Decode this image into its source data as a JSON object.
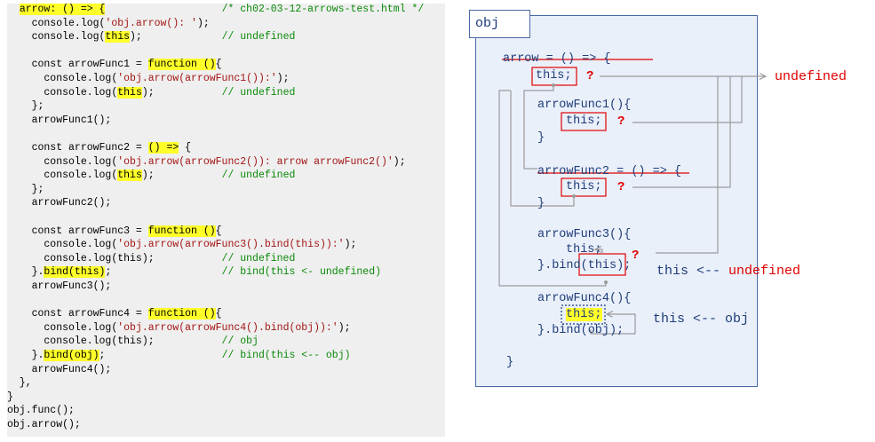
{
  "code": {
    "lines": [
      [
        {
          "t": "  "
        },
        {
          "t": "arrow: () => {",
          "hl": true
        },
        {
          "t": "                   "
        },
        {
          "t": "/* ch02-03-12-arrows-test.html */",
          "c": "com"
        }
      ],
      [
        {
          "t": "    console.log("
        },
        {
          "t": "'obj.arrow(): '",
          "c": "str"
        },
        {
          "t": ");"
        }
      ],
      [
        {
          "t": "    console.log("
        },
        {
          "t": "this",
          "hl": true
        },
        {
          "t": ");             "
        },
        {
          "t": "// undefined",
          "c": "com"
        }
      ],
      [],
      [
        {
          "t": "    const arrowFunc1 = "
        },
        {
          "t": "function ()",
          "hl": true
        },
        {
          "t": "{"
        }
      ],
      [
        {
          "t": "      console.log("
        },
        {
          "t": "'obj.arrow(arrowFunc1()):'",
          "c": "str"
        },
        {
          "t": ");"
        }
      ],
      [
        {
          "t": "      console.log("
        },
        {
          "t": "this",
          "hl": true
        },
        {
          "t": ");           "
        },
        {
          "t": "// undefined",
          "c": "com"
        }
      ],
      [
        {
          "t": "    };"
        }
      ],
      [
        {
          "t": "    arrowFunc1();"
        }
      ],
      [],
      [
        {
          "t": "    const arrowFunc2 = "
        },
        {
          "t": "() =>",
          "hl": true
        },
        {
          "t": " {"
        }
      ],
      [
        {
          "t": "      console.log("
        },
        {
          "t": "'obj.arrow(arrowFunc2()): arrow arrowFunc2()'",
          "c": "str"
        },
        {
          "t": ");"
        }
      ],
      [
        {
          "t": "      console.log("
        },
        {
          "t": "this",
          "hl": true
        },
        {
          "t": ");           "
        },
        {
          "t": "// undefined",
          "c": "com"
        }
      ],
      [
        {
          "t": "    };"
        }
      ],
      [
        {
          "t": "    arrowFunc2();"
        }
      ],
      [],
      [
        {
          "t": "    const arrowFunc3 = "
        },
        {
          "t": "function ()",
          "hl": true
        },
        {
          "t": "{"
        }
      ],
      [
        {
          "t": "      console.log("
        },
        {
          "t": "'obj.arrow(arrowFunc3().bind(this)):'",
          "c": "str"
        },
        {
          "t": ");"
        }
      ],
      [
        {
          "t": "      console.log(this);           "
        },
        {
          "t": "// undefined",
          "c": "com"
        }
      ],
      [
        {
          "t": "    }."
        },
        {
          "t": "bind(this)",
          "hl": true
        },
        {
          "t": ";                  "
        },
        {
          "t": "// bind(this <- undefined)",
          "c": "com"
        }
      ],
      [
        {
          "t": "    arrowFunc3();"
        }
      ],
      [],
      [
        {
          "t": "    const arrowFunc4 = "
        },
        {
          "t": "function ()",
          "hl": true
        },
        {
          "t": "{"
        }
      ],
      [
        {
          "t": "      console.log("
        },
        {
          "t": "'obj.arrow(arrowFunc4().bind(obj)):'",
          "c": "str"
        },
        {
          "t": ");"
        }
      ],
      [
        {
          "t": "      console.log(this);           "
        },
        {
          "t": "// obj",
          "c": "com"
        }
      ],
      [
        {
          "t": "    }."
        },
        {
          "t": "bind(obj)",
          "hl": true
        },
        {
          "t": ";                   "
        },
        {
          "t": "// bind(this <-- obj)",
          "c": "com"
        }
      ],
      [
        {
          "t": "    arrowFunc4();"
        }
      ],
      [
        {
          "t": "  },"
        }
      ],
      [
        {
          "t": "}"
        }
      ],
      [
        {
          "t": "obj.func();"
        }
      ],
      [
        {
          "t": "obj.arrow();"
        }
      ]
    ]
  },
  "diagram": {
    "obj_label": "obj",
    "arrow_header": "arrow = () => {",
    "this_stmt": "this;",
    "question": "?",
    "undefined_label": "undefined",
    "func1_header": "arrowFunc1(){",
    "close_brace": "}",
    "func2_header": "arrowFunc2 = () => {",
    "func3_header": "arrowFunc3(){",
    "func3_this": "this;",
    "func3_bind_pre": "}.bind(",
    "func3_bind_this": "this",
    "func3_bind_post": ");",
    "this_undefined_prefix": "this <-- ",
    "this_undefined_value": "undefined",
    "func4_header": "arrowFunc4(){",
    "func4_bind": "}.bind(obj);",
    "this_obj": "this <-- obj",
    "outer_close": "}"
  },
  "colors": {
    "code_bg": "#efefef",
    "highlight": "#ffff2a",
    "string": "#a31515",
    "comment": "#0a8a0a",
    "obj_border": "#4a6aa6",
    "obj_bg": "#eaf0fa",
    "red": "#e00000",
    "connector": "#9a9a9a"
  }
}
